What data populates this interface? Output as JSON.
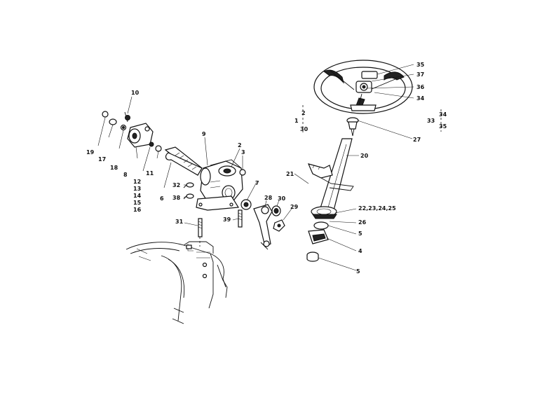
{
  "labels": {
    "l10": "10",
    "l19": "19",
    "l17": "17",
    "l18": "18",
    "l8": "8",
    "l12": "12",
    "l13": "13",
    "l14": "14",
    "l15": "15",
    "l16": "16",
    "l11": "11",
    "l6": "6",
    "l9": "9",
    "l2a": "2",
    "l3": "3",
    "l32": "32",
    "l38": "38",
    "l31": "31",
    "l39": "39",
    "l7": "7",
    "l28": "28",
    "l30a": "30",
    "l29": "29",
    "l1": "1",
    "l2b": "2",
    "l30b": "30",
    "l35a": "35",
    "l37": "37",
    "l36": "36",
    "l34a": "34",
    "l33": "33",
    "l34b": "34",
    "l35b": "35",
    "l27": "27",
    "l20": "20",
    "l21": "21",
    "l22": "22,23,24,25",
    "l26": "26",
    "l5a": "5",
    "l4": "4",
    "l5b": "5"
  }
}
